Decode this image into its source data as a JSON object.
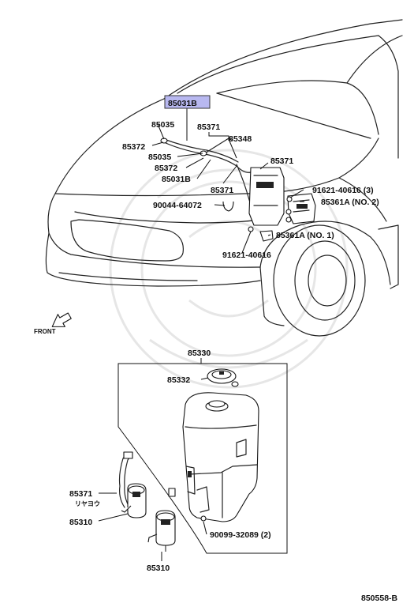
{
  "highlight_color": "#b8b8f0",
  "labels": {
    "highlight_part": "85031B",
    "p85035_a": "85035",
    "p85371_a": "85371",
    "p85372_a": "85372",
    "p85348": "85348",
    "p85035_b": "85035",
    "p85372_b": "85372",
    "p85031B": "85031B",
    "p85371_b": "85371",
    "p85371_c": "85371",
    "p91621_40616_3": "91621-40616 (3)",
    "p85361A_no2": "85361A (NO. 2)",
    "p90044_64072": "90044-64072",
    "p85361A_no1": "85361A (NO. 1)",
    "p91621_40616": "91621-40616",
    "front": "FRONT",
    "p85330": "85330",
    "p85332": "85332",
    "p85371_d": "85371",
    "riyayou": "リヤヨウ",
    "p85310_a": "85310",
    "p90099_32089": "90099-32089 (2)",
    "p85310_b": "85310",
    "diagram_code": "850558-B"
  }
}
